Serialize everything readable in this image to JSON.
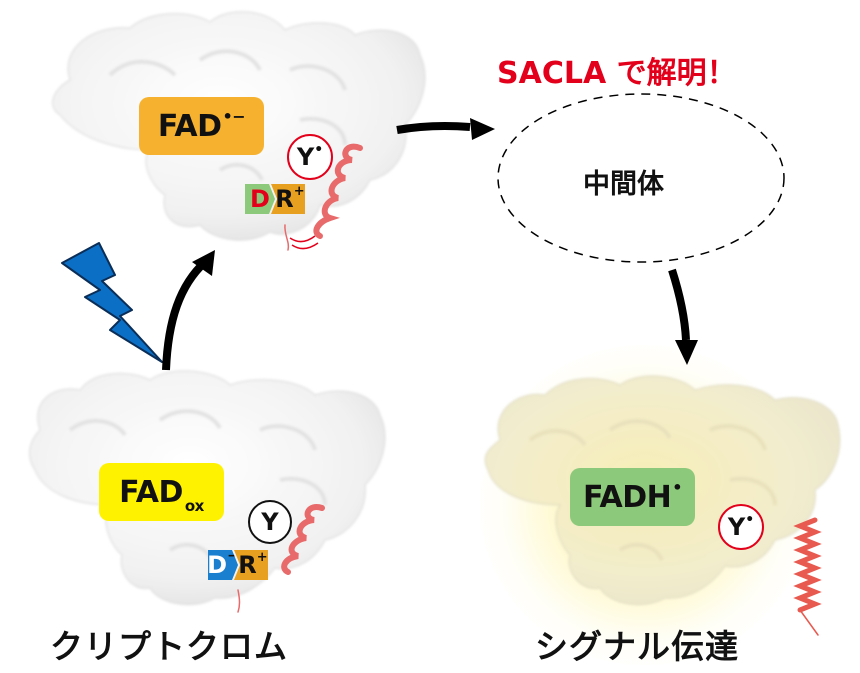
{
  "title": "SACLA で解明！",
  "colors": {
    "title_red": "#e3001b",
    "fad_radical_anion": "#f6b22f",
    "fad_ox": "#fff200",
    "fadh_radical": "#8cc97a",
    "aspartate_neutral": "#8cc97a",
    "aspartate_anion": "#1a7fcf",
    "arginine": "#e8a021",
    "lightning": "#0b6fc6",
    "helix": "#e86a6a"
  },
  "states": {
    "resting": {
      "label": "クリプトクロム",
      "fad_main": "FAD",
      "fad_sub": "ox",
      "tyrosine": "Y",
      "tyrosine_sup": "",
      "asp": "D",
      "asp_sup": "−",
      "arg": "R",
      "arg_sup": "+"
    },
    "photoexcited": {
      "fad_main": "FAD",
      "fad_sup": "•−",
      "tyrosine": "Y",
      "tyrosine_sup": "•",
      "asp": "D",
      "arg": "R",
      "arg_sup": "+"
    },
    "intermediate": {
      "label": "中間体"
    },
    "signaling": {
      "label": "シグナル伝達",
      "fad_main": "FADH",
      "fad_sup": "•",
      "tyrosine": "Y",
      "tyrosine_sup": "•"
    }
  },
  "icons": {
    "light": "lightning-bolt",
    "flow": "curved-arrow"
  }
}
